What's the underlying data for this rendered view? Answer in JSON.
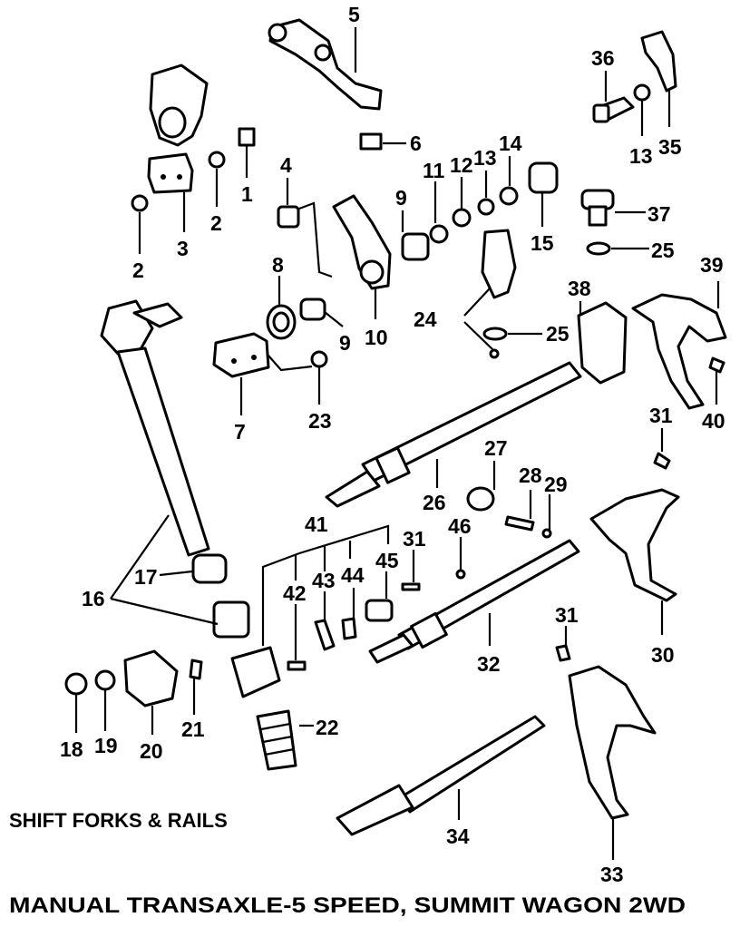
{
  "diagram": {
    "section_caption": "SHIFT FORKS & RAILS",
    "footer_caption": "MANUAL TRANSAXLE-5 SPEED, SUMMIT WAGON 2WD",
    "callouts": {
      "c1": "1",
      "c2a": "2",
      "c2b": "2",
      "c3": "3",
      "c4": "4",
      "c5": "5",
      "c6": "6",
      "c7": "7",
      "c8": "8",
      "c9a": "9",
      "c9b": "9",
      "c10": "10",
      "c11": "11",
      "c12": "12",
      "c13a": "13",
      "c13b": "13",
      "c14": "14",
      "c15": "15",
      "c16": "16",
      "c17": "17",
      "c18": "18",
      "c19": "19",
      "c20": "20",
      "c21": "21",
      "c22": "22",
      "c23": "23",
      "c24": "24",
      "c25a": "25",
      "c25b": "25",
      "c26": "26",
      "c27": "27",
      "c28": "28",
      "c29": "29",
      "c30": "30",
      "c31a": "31",
      "c31b": "31",
      "c31c": "31",
      "c32": "32",
      "c33": "33",
      "c34": "34",
      "c35": "35",
      "c36": "36",
      "c37": "37",
      "c38": "38",
      "c39": "39",
      "c40": "40",
      "c41": "41",
      "c42": "42",
      "c43": "43",
      "c44": "44",
      "c45": "45",
      "c46": "46"
    }
  }
}
